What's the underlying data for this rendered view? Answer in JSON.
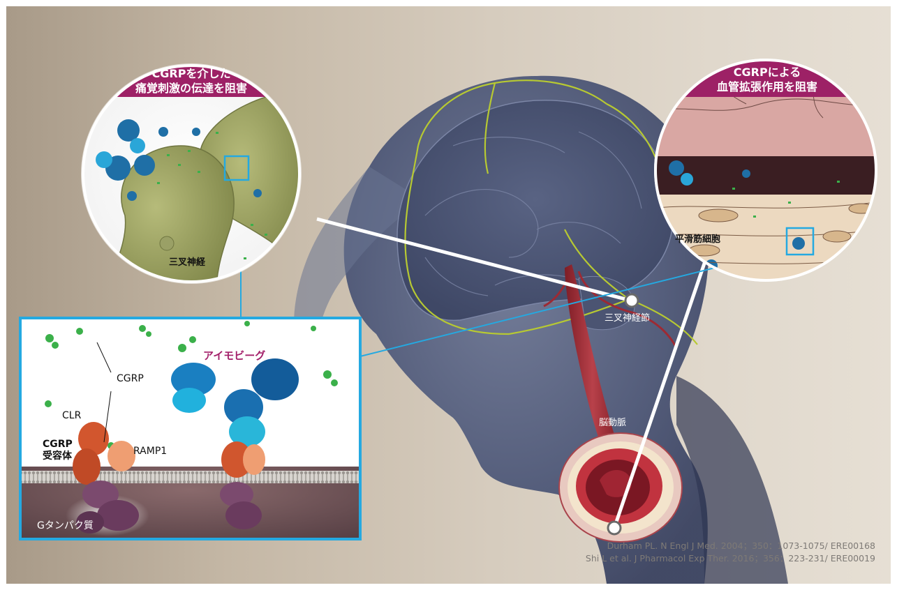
{
  "left_circle": {
    "banner_line1": "CGRPを介した",
    "banner_line2": "痛覚刺激の伝達を阻害",
    "nerve_label": "三叉神経"
  },
  "right_circle": {
    "banner_line1": "CGRPによる",
    "banner_line2": "血管拡張作用を阻害",
    "muscle_label": "平滑筋細胞"
  },
  "head": {
    "ganglion_label": "三叉神経節",
    "artery_label": "脳動脈"
  },
  "inset": {
    "cgrp_label": "CGRP",
    "clr_label": "CLR",
    "receptor_label_line1": "CGRP",
    "receptor_label_line2": "受容体",
    "ramp1_label": "RAMP1",
    "gprotein_label": "Gタンパク質",
    "drug_label": "アイモビーグ"
  },
  "references": [
    "Durham PL. N Engl J Med. 2004；350：1073-1075/ ERE00168",
    "Shi L et al. J Pharmacol Exp Ther. 2016；356：223-231/ ERE00019"
  ],
  "colors": {
    "banner": "#9d2166",
    "inset_border": "#24a9e1",
    "drug_label": "#a3206a",
    "nerve": "#b7c932"
  }
}
